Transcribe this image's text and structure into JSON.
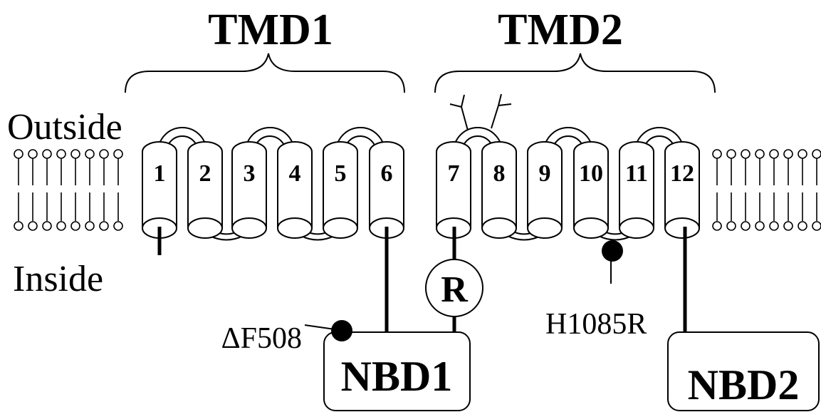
{
  "domains": {
    "tmd1": "TMD1",
    "tmd2": "TMD2",
    "nbd1": "NBD1",
    "nbd2": "NBD2",
    "regulatory": "R"
  },
  "regions": {
    "outside": "Outside",
    "inside": "Inside"
  },
  "helices": [
    "1",
    "2",
    "3",
    "4",
    "5",
    "6",
    "7",
    "8",
    "9",
    "10",
    "11",
    "12"
  ],
  "mutations": {
    "deltaF508": "ΔF508",
    "h1085r": "H1085R"
  },
  "colors": {
    "line": "#000000",
    "fill": "#ffffff",
    "mutation_marker": "#000000"
  }
}
